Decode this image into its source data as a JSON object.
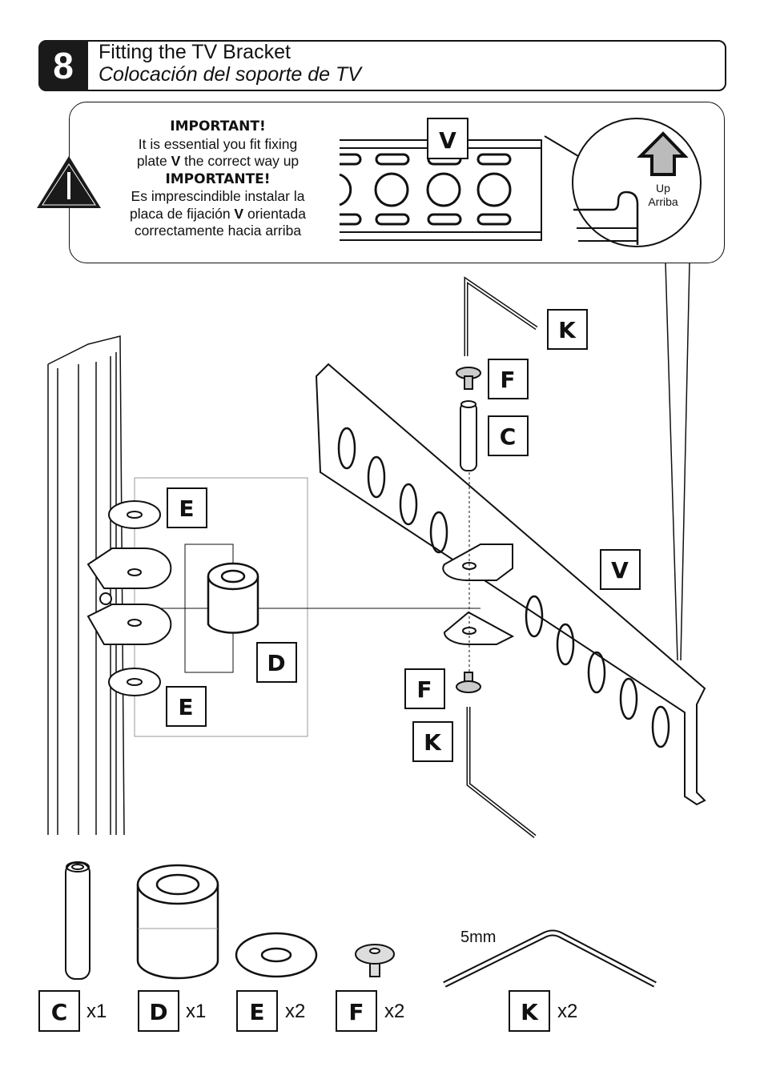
{
  "step": {
    "number": "8",
    "title_en": "Fitting the TV Bracket",
    "title_es": "Colocación del soporte de TV"
  },
  "warning": {
    "heading_en": "IMPORTANT!",
    "text_en_1": "It is essential you fit fixing",
    "text_en_2a": "plate ",
    "text_en_2b": "V",
    "text_en_2c": " the correct way up",
    "heading_es": "IMPORTANTE!",
    "text_es_1": "Es imprescindible instalar la",
    "text_es_2a": "placa de fijación ",
    "text_es_2b": "V",
    "text_es_2c": " orientada",
    "text_es_3": "correctamente hacia arriba",
    "detail_label": "V",
    "up_en": "Up",
    "up_es": "Arriba"
  },
  "diagram_labels": {
    "k_top": "K",
    "f_top": "F",
    "c": "C",
    "e_top": "E",
    "v": "V",
    "d": "D",
    "e_bottom": "E",
    "f_bottom": "F",
    "k_bottom": "K"
  },
  "parts": [
    {
      "label": "C",
      "qty": "x1"
    },
    {
      "label": "D",
      "qty": "x1"
    },
    {
      "label": "E",
      "qty": "x2"
    },
    {
      "label": "F",
      "qty": "x2"
    },
    {
      "label": "K",
      "qty": "x2"
    }
  ],
  "key_size": "5mm"
}
